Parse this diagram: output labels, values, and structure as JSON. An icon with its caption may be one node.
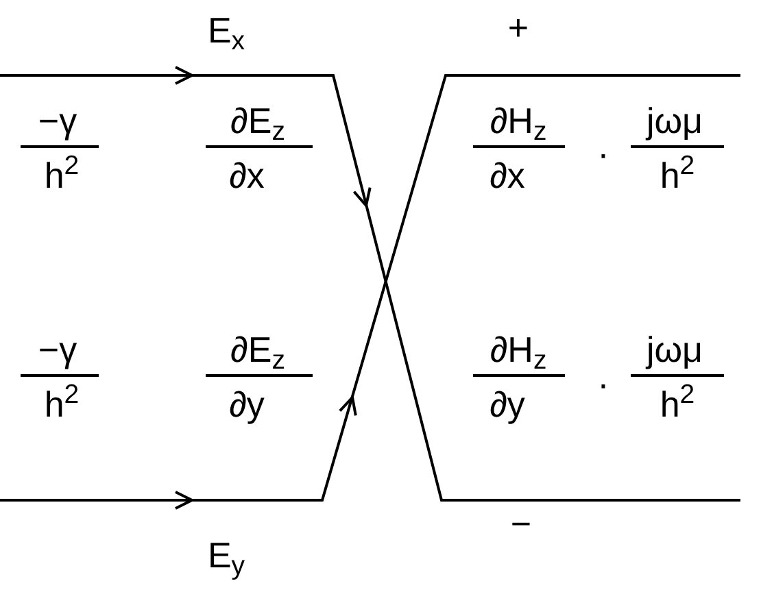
{
  "diagram": {
    "labels": [
      "E$_{x}$",
      "+",
      "−γ",
      "∂E$_{z}$",
      "∂H$_{z}$",
      "·",
      "jωμ",
      "h$^{2}$",
      "∂x",
      "∂x",
      "h$^{2}$",
      "−γ",
      "∂E$_{z}$",
      "∂H$_{z}$",
      "·",
      "jωμ",
      "h$^{2}$",
      "∂y",
      "∂y",
      "h$^{2}$",
      "E$_{y}$",
      "−"
    ]
  }
}
